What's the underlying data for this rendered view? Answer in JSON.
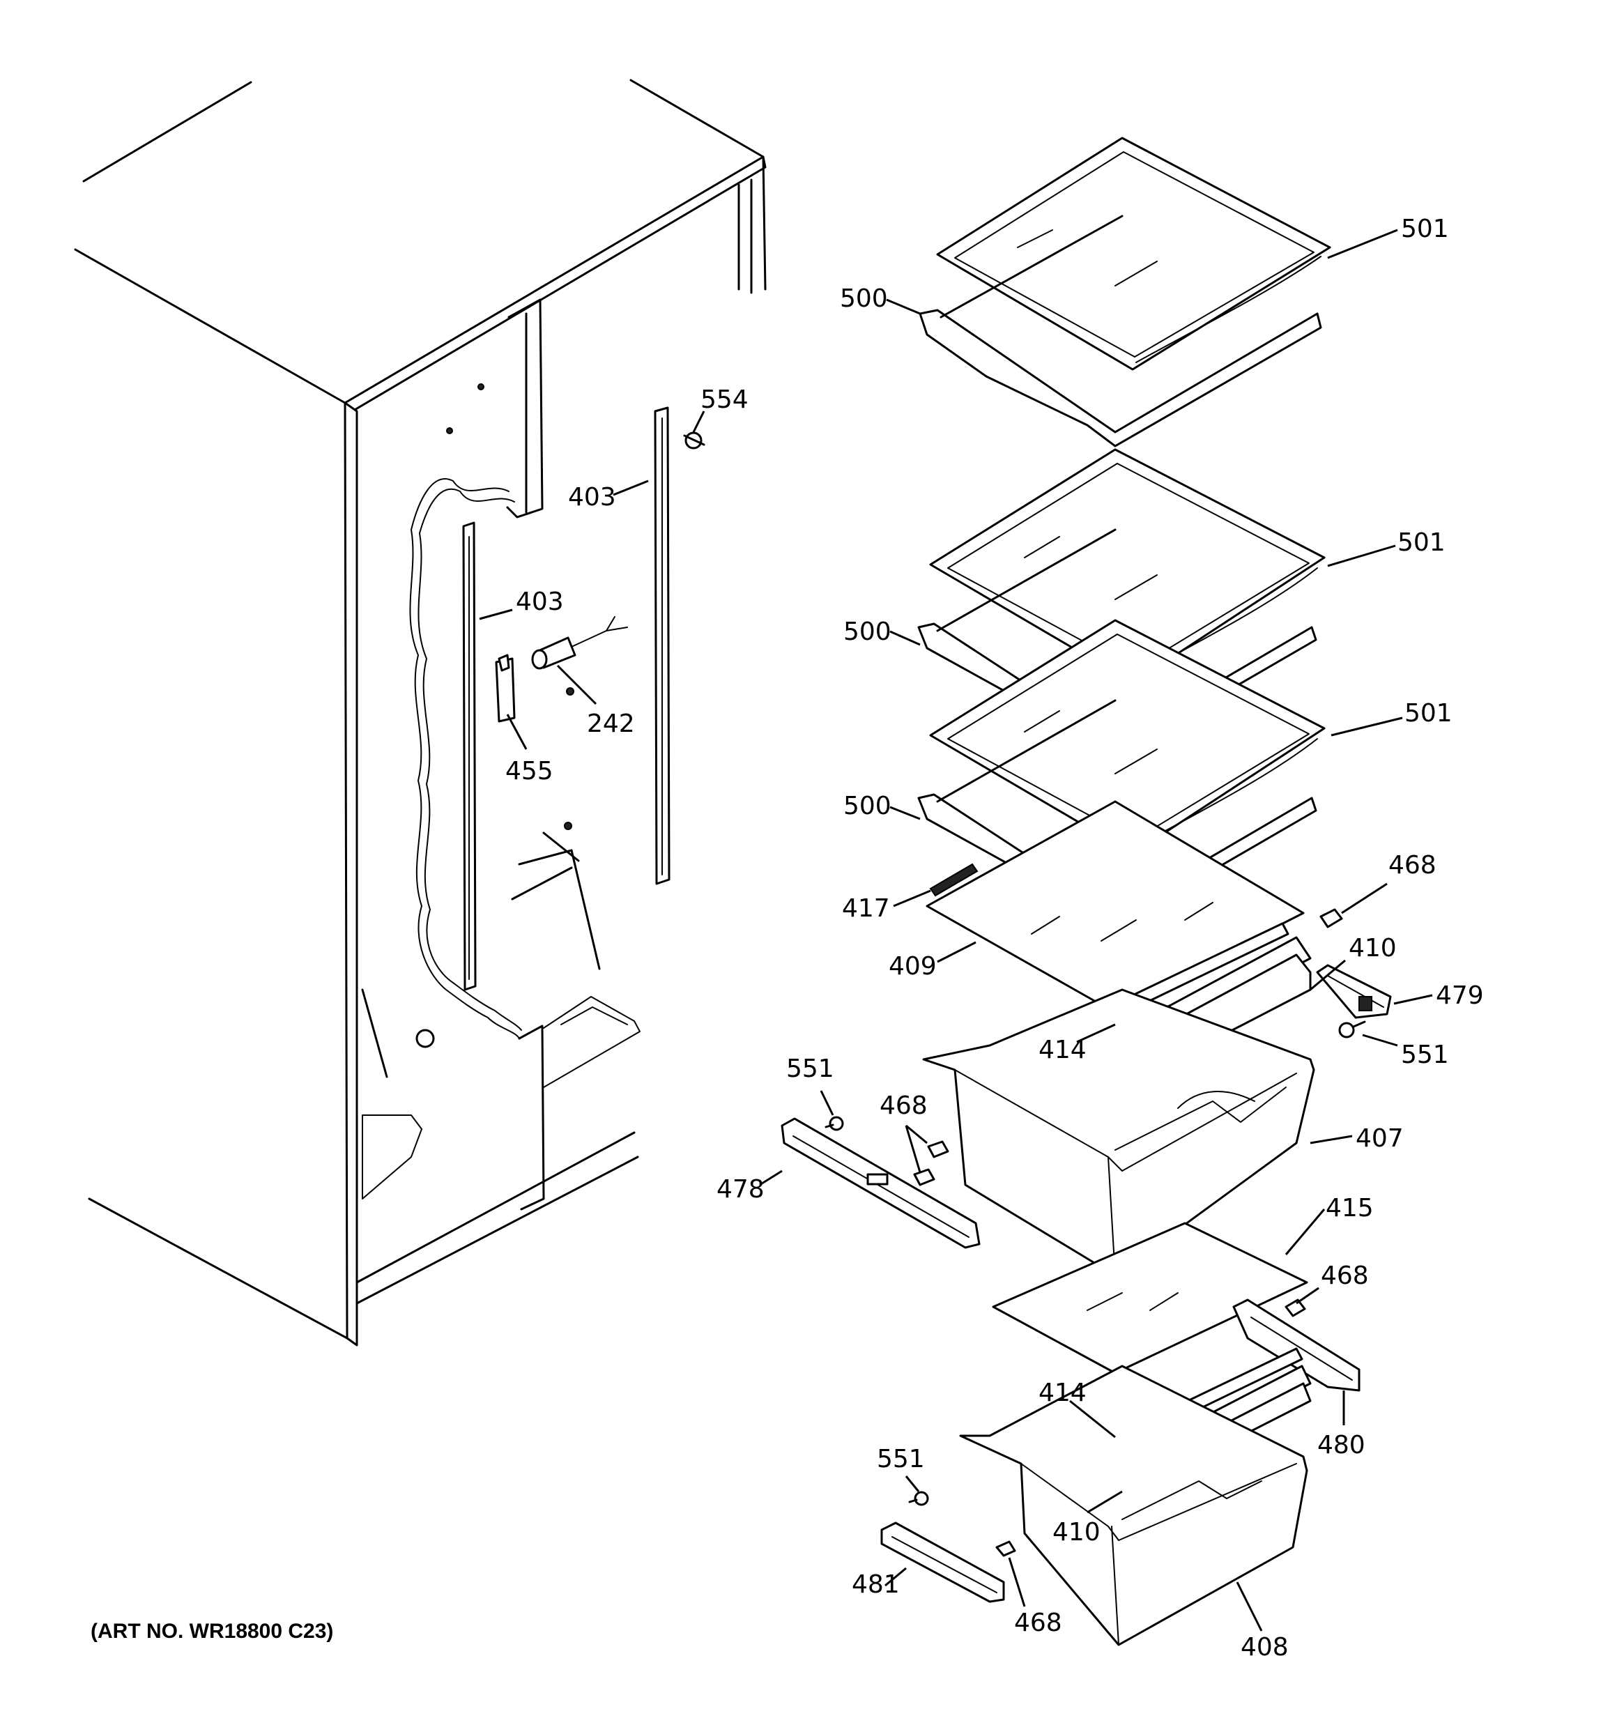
{
  "art_number": "(ART NO. WR18800 C23)",
  "callouts": {
    "c501a": "501",
    "c500a": "500",
    "c554": "554",
    "c403a": "403",
    "c403b": "403",
    "c242": "242",
    "c455": "455",
    "c501b": "501",
    "c500b": "500",
    "c501c": "501",
    "c500c": "500",
    "c468a": "468",
    "c417": "417",
    "c409": "409",
    "c410a": "410",
    "c479": "479",
    "c414a": "414",
    "c551a": "551",
    "c551b": "551",
    "c468b": "468",
    "c407": "407",
    "c478": "478",
    "c415": "415",
    "c468c": "468",
    "c414b": "414",
    "c480": "480",
    "c551c": "551",
    "c410b": "410",
    "c481": "481",
    "c468d": "468",
    "c408": "408"
  }
}
